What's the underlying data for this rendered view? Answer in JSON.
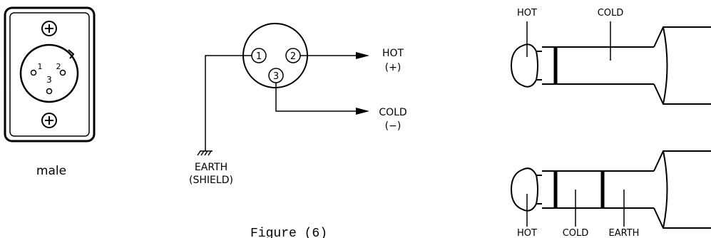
{
  "xlr_connector": {
    "pins": [
      "1",
      "2",
      "3"
    ],
    "caption": "male"
  },
  "pinout": {
    "pins": [
      "1",
      "2",
      "3"
    ],
    "hot_label": "HOT",
    "hot_sign": "(+)",
    "cold_label": "COLD",
    "cold_sign": "(−)",
    "earth_label": "EARTH",
    "shield_label": "(SHIELD)"
  },
  "figure_caption": "Figure (6)",
  "mono_plug": {
    "hot_label": "HOT",
    "cold_label": "COLD"
  },
  "stereo_plug": {
    "hot_label": "HOT",
    "cold_label": "COLD",
    "earth_label": "EARTH"
  }
}
